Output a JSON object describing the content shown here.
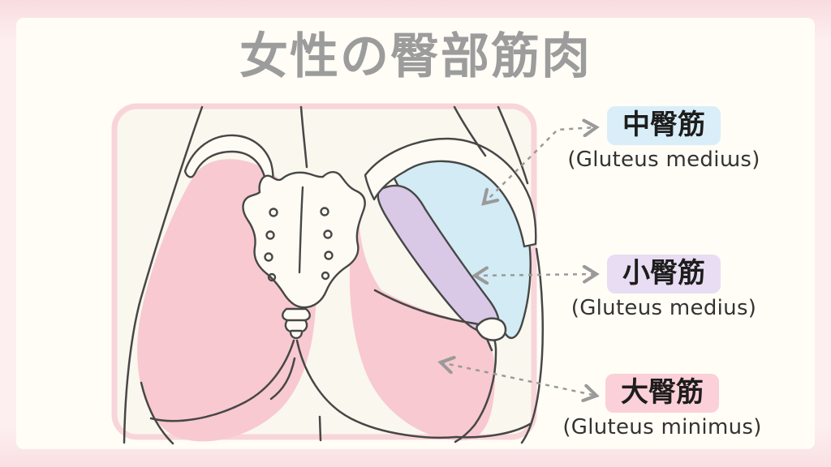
{
  "page": {
    "background": "#fdeff0",
    "background_edge": "#f8dcdf",
    "card_bg": "#fffdf6"
  },
  "title": {
    "text": "女性の臀部筋肉",
    "color": "#9c9c9c"
  },
  "illustration": {
    "name": "female-gluteal-muscles-diagram",
    "frame_border_color": "#f8d5da",
    "frame_bg": "#faf7ee",
    "outline_color": "#474747",
    "bone_fill": "#fdfbf4",
    "arrow_color": "#9a9a9a",
    "regions": [
      {
        "id": "gluteus-medius",
        "color": "#d2ebf5"
      },
      {
        "id": "gluteus-minimus",
        "color": "#d9c9e7"
      },
      {
        "id": "gluteus-maximus",
        "color": "#f8c9d0"
      }
    ]
  },
  "labels": [
    {
      "kanji": "中臀筋",
      "latin": "(Gluteus mediɯs)",
      "badge_bg": "#d9eef8"
    },
    {
      "kanji": "小臀筋",
      "latin": "(Gluteus medius)",
      "badge_bg": "#e8ddf2"
    },
    {
      "kanji": "大臀筋",
      "latin": "(Gluteus minimus)",
      "badge_bg": "#fbd0d8"
    }
  ]
}
